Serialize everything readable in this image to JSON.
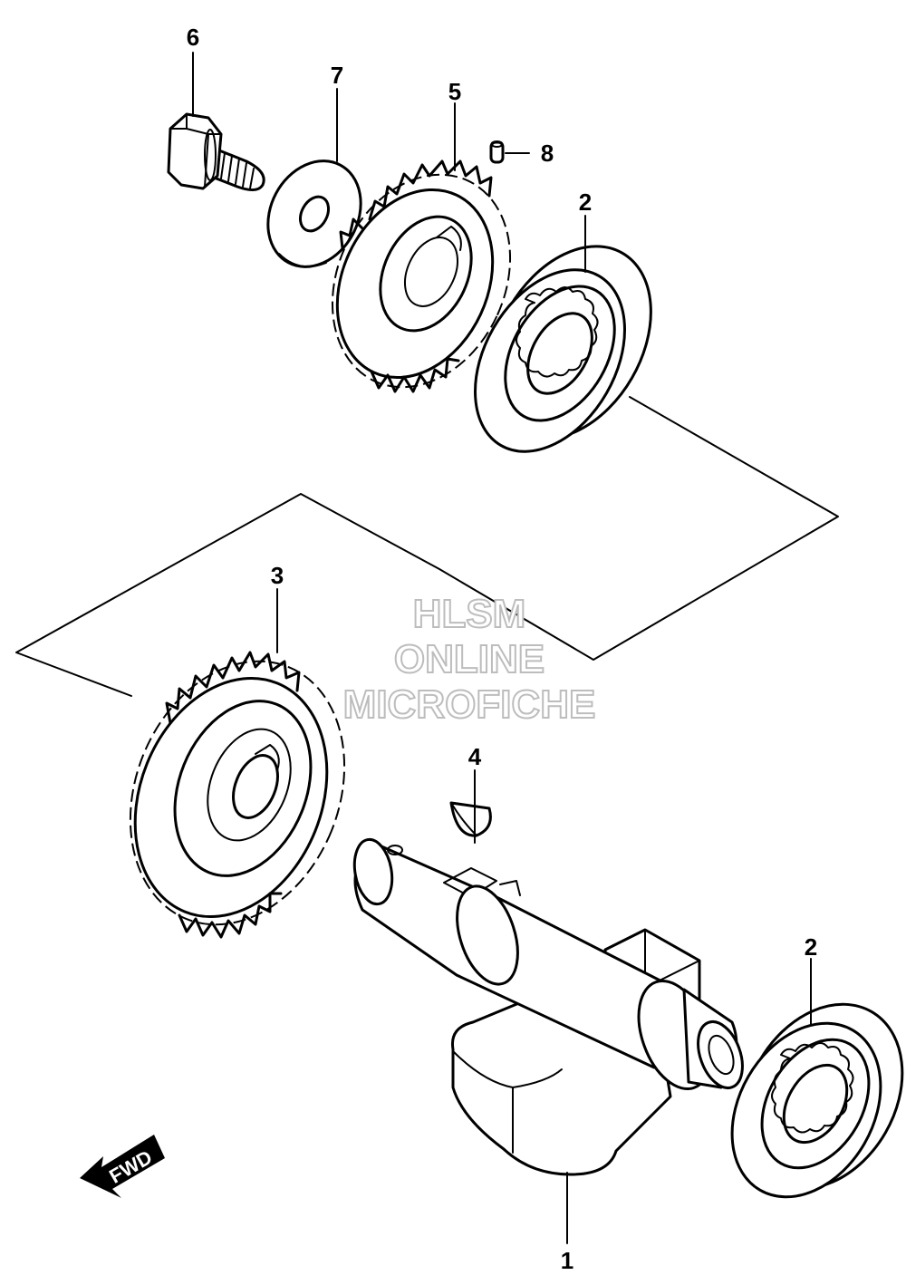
{
  "callouts": [
    {
      "id": "callout-6",
      "text": "6"
    },
    {
      "id": "callout-7",
      "text": "7"
    },
    {
      "id": "callout-5",
      "text": "5"
    },
    {
      "id": "callout-8",
      "text": "8"
    },
    {
      "id": "callout-2-top",
      "text": "2"
    },
    {
      "id": "callout-3",
      "text": "3"
    },
    {
      "id": "callout-4",
      "text": "4"
    },
    {
      "id": "callout-2-bottom",
      "text": "2"
    },
    {
      "id": "callout-1",
      "text": "1"
    }
  ],
  "watermark": {
    "line1": "HLSM",
    "line2": "ONLINE",
    "line3": "MICROFICHE"
  },
  "direction_indicator": {
    "label": "FWD",
    "icon": "arrow-left-down-icon"
  }
}
